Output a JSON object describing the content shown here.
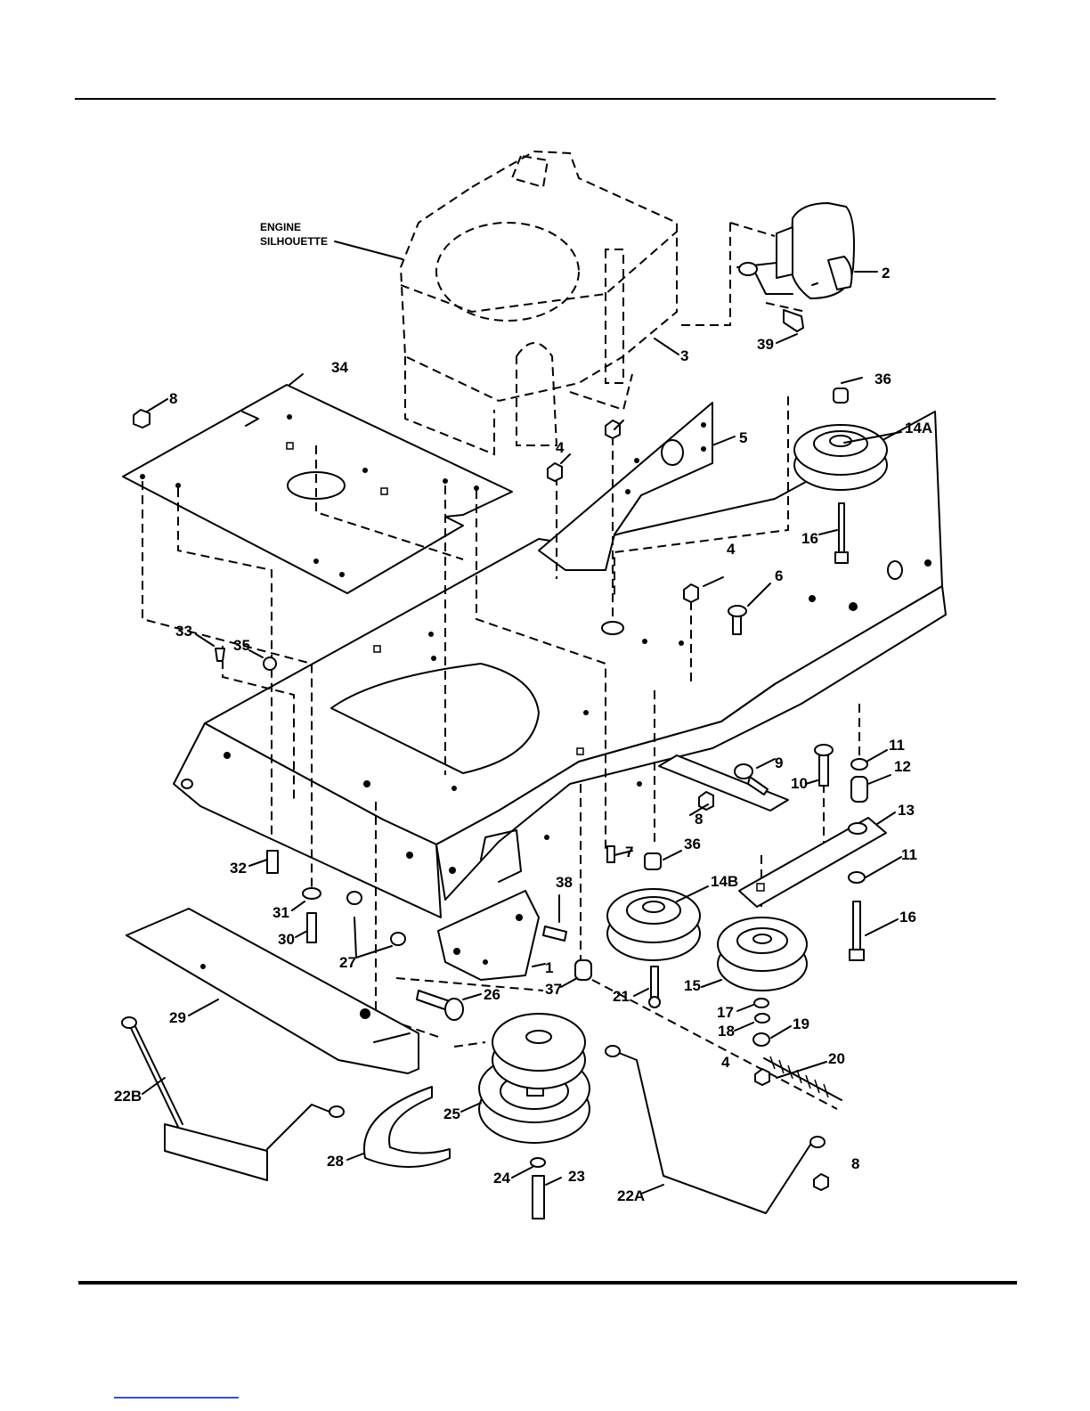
{
  "diagram": {
    "engine_label": [
      "ENGINE",
      "SILHOUETTE"
    ],
    "callouts": {
      "c1": "1",
      "c2": "2",
      "c3": "3",
      "c4a": "4",
      "c4b": "4",
      "c4c": "4",
      "c5": "5",
      "c6": "6",
      "c7": "7",
      "c8a": "8",
      "c8b": "8",
      "c8c": "8",
      "c9": "9",
      "c10": "10",
      "c11a": "11",
      "c11b": "11",
      "c12": "12",
      "c13": "13",
      "c14a": "14A",
      "c14b": "14B",
      "c15": "15",
      "c16a": "16",
      "c16b": "16",
      "c17": "17",
      "c18": "18",
      "c19": "19",
      "c20": "20",
      "c21": "21",
      "c22a": "22A",
      "c22b": "22B",
      "c23": "23",
      "c24": "24",
      "c25": "25",
      "c26": "26",
      "c27": "27",
      "c28": "28",
      "c29": "29",
      "c30": "30",
      "c31": "31",
      "c32": "32",
      "c33": "33",
      "c34": "34",
      "c35": "35",
      "c36a": "36",
      "c36b": "36",
      "c37": "37",
      "c38": "38",
      "c39": "39"
    }
  }
}
